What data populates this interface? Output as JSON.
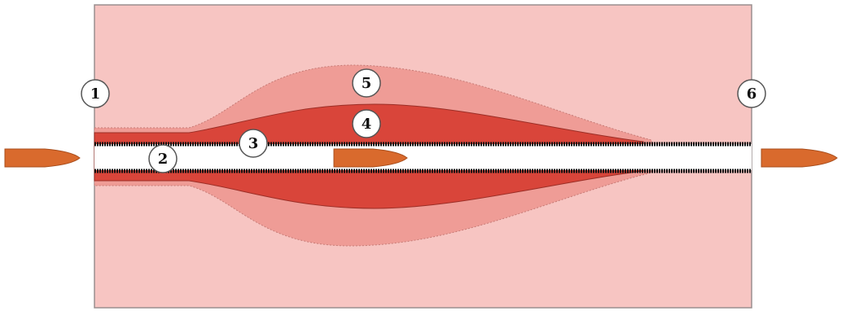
{
  "diagram": {
    "colors": {
      "block_fill": "#f7c5c2",
      "block_border": "#9a8f8f",
      "zone5_fill": "#ef9c96",
      "zone4_fill": "#d9453a",
      "channel_fill": "#ffffff",
      "channel_edge": "#111111",
      "bullet_fill": "#d96a2d",
      "label_fill": "#ffffff",
      "label_stroke": "#555555"
    },
    "labels": [
      {
        "id": "1",
        "text": "1"
      },
      {
        "id": "2",
        "text": "2"
      },
      {
        "id": "3",
        "text": "3"
      },
      {
        "id": "4",
        "text": "4"
      },
      {
        "id": "5",
        "text": "5"
      },
      {
        "id": "6",
        "text": "6"
      }
    ],
    "icons": [
      "bullet-icon",
      "bullet-icon",
      "bullet-icon"
    ]
  }
}
